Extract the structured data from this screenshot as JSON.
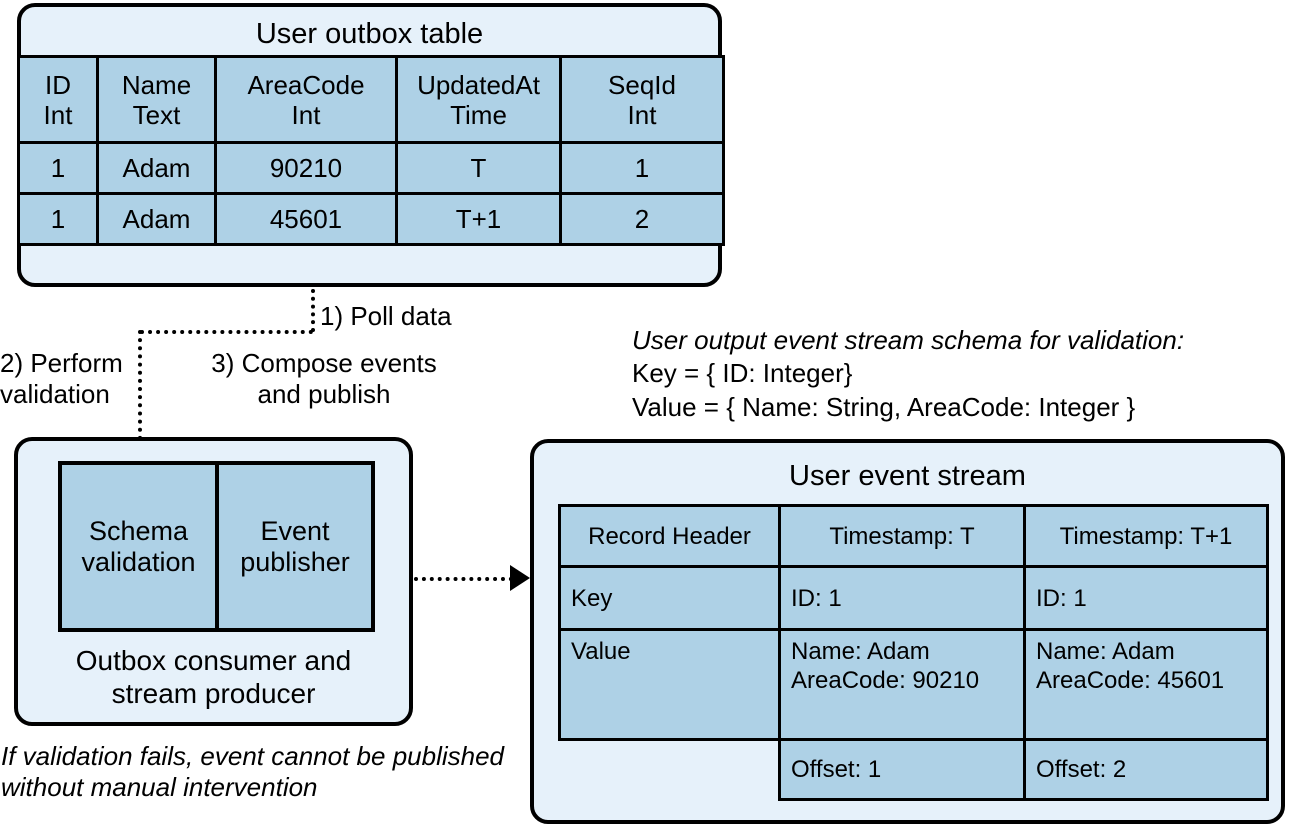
{
  "outbox": {
    "title": "User outbox table",
    "columns": [
      {
        "name": "ID",
        "type": "Int"
      },
      {
        "name": "Name",
        "type": "Text"
      },
      {
        "name": "AreaCode",
        "type": "Int"
      },
      {
        "name": "UpdatedAt",
        "type": "Time"
      },
      {
        "name": "SeqId",
        "type": "Int"
      }
    ],
    "rows": [
      [
        "1",
        "Adam",
        "90210",
        "T",
        "1"
      ],
      [
        "1",
        "Adam",
        "45601",
        "T+1",
        "2"
      ]
    ]
  },
  "steps": {
    "step1": "1) Poll data",
    "step2": "2) Perform\nvalidation",
    "step3": "3) Compose events\nand publish"
  },
  "schema_note": {
    "heading": "User output event stream schema for validation:",
    "key_line": "Key = { ID: Integer}",
    "value_line": "Value = { Name: String, AreaCode: Integer }"
  },
  "consumer": {
    "sub_boxes": [
      "Schema\nvalidation",
      "Event\npublisher"
    ],
    "caption": "Outbox consumer and\nstream producer"
  },
  "footnote": "If validation fails, event cannot be published\nwithout manual intervention",
  "stream": {
    "title": "User event stream",
    "header": [
      "Record Header",
      "Timestamp: T",
      "Timestamp: T+1"
    ],
    "rows": [
      {
        "label": "Key",
        "cells": [
          "ID: 1",
          "ID: 1"
        ]
      },
      {
        "label": "Value",
        "cells": [
          "Name: Adam\nAreaCode: 90210",
          "Name: Adam\nAreaCode: 45601"
        ]
      },
      {
        "label": "",
        "cells": [
          "Offset: 1",
          "Offset: 2"
        ]
      }
    ]
  },
  "colors": {
    "cell_fill": "#aed1e6",
    "card_fill": "#e6f1fa",
    "stroke": "#000000"
  }
}
